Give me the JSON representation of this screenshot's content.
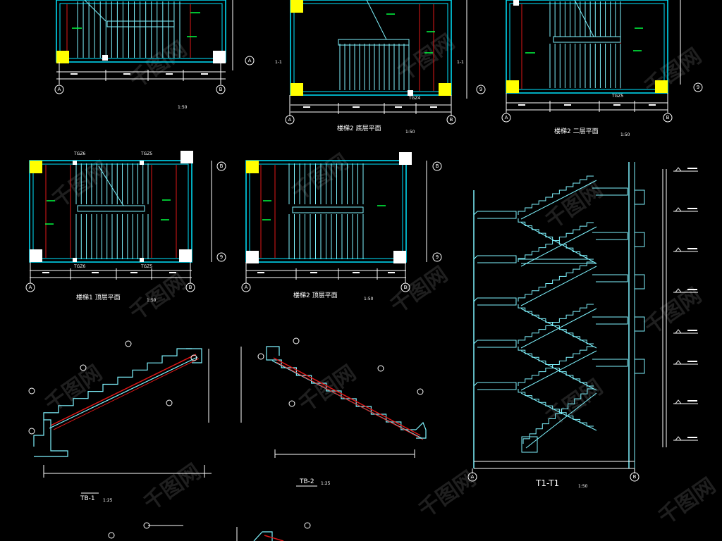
{
  "palette": {
    "background": "#000000",
    "wall": "#00e5ff",
    "stair_line": "#7ff4ff",
    "beam_red": "#e01818",
    "dimension": "#ffffff",
    "column": "#ffff00",
    "pillar_white": "#ffffff",
    "note_green": "#00ff40",
    "watermark": "#3a3a3a"
  },
  "views": {
    "plan_stair1_top": {
      "title": "楼梯1 顶层平面",
      "scale": "1:50",
      "beam_a": "TGZ6",
      "beam_b": "TGZ5"
    },
    "plan_stair1_mid": {
      "scale": "1:50"
    },
    "plan_stair2_ground": {
      "title": "楼梯2 底层平面",
      "scale": "1:50",
      "beam": "TGZ4",
      "cut_left": "1-1",
      "cut_right": "1-1"
    },
    "plan_stair2_second": {
      "title": "楼梯2 二层平面",
      "scale": "1:50",
      "beam": "TGZ5"
    },
    "plan_stair2_top": {
      "title": "楼梯2 顶层平面",
      "scale": "1:50"
    },
    "section_t1": {
      "title": "T1-T1",
      "scale": "1:50"
    },
    "detail_tb1": {
      "title": "TB-1",
      "scale": "1:25"
    },
    "detail_tb2": {
      "title": "TB-2",
      "scale": "1:25"
    }
  },
  "axes": {
    "a": "A",
    "b": "B",
    "nine": "9"
  },
  "watermark": {
    "text": "千图网"
  }
}
